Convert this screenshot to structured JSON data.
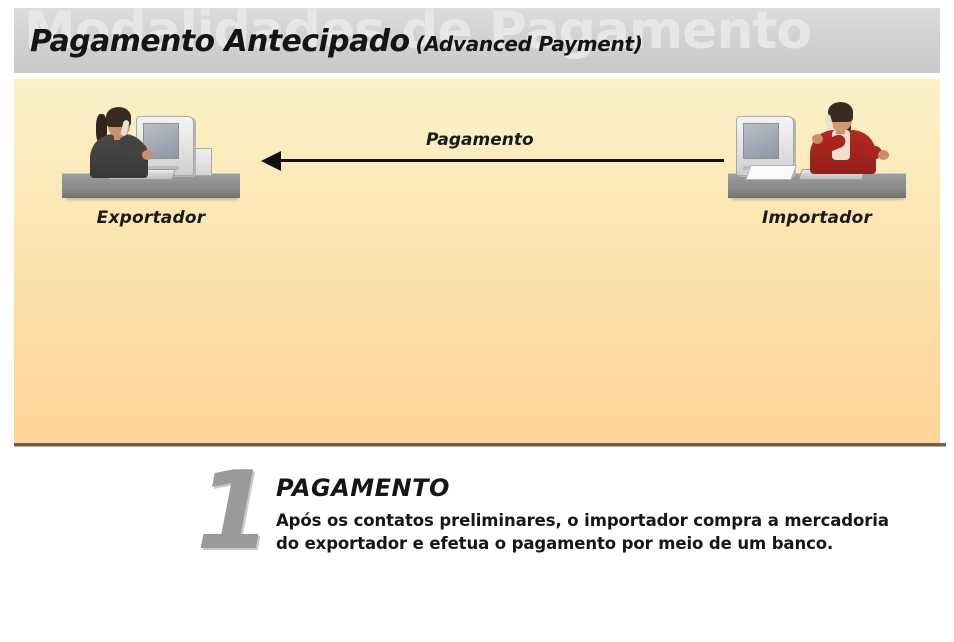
{
  "header": {
    "watermark": "Modalidades de Pagamento",
    "title": "Pagamento Antecipado",
    "subtitle": "(Advanced Payment)",
    "background_color": "#d2d2d2",
    "watermark_color": "#e7e7e7"
  },
  "diagram": {
    "background_top_color": "#fbf0c8",
    "background_bottom_color": "#fdd49a",
    "rule_color": "#6f6051",
    "actors": [
      {
        "id": "exportador",
        "label": "Exportador",
        "suit_color": "#3f3f3f"
      },
      {
        "id": "importador",
        "label": "Importador",
        "suit_color": "#b22a23"
      }
    ],
    "flow": {
      "label": "Pagamento",
      "direction": "right-to-left",
      "from": "Importador",
      "to": "Exportador",
      "color": "#111111"
    }
  },
  "step": {
    "number": "1",
    "title": "PAGAMENTO",
    "body_lines": [
      "Após os contatos preliminares, o importador compra a mercadoria",
      "do exportador e efetua o pagamento por meio de um banco."
    ],
    "number_color": "#9a9a9a"
  }
}
